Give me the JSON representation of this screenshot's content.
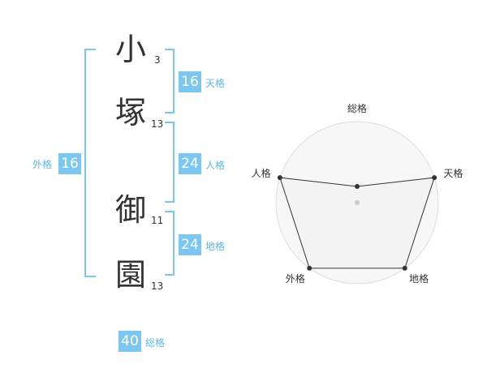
{
  "name": {
    "chars": [
      {
        "char": "小",
        "strokes": "3"
      },
      {
        "char": "塚",
        "strokes": "13"
      },
      {
        "char": "御",
        "strokes": "11"
      },
      {
        "char": "園",
        "strokes": "13"
      }
    ]
  },
  "fortune": {
    "tenkaku": {
      "value": "16",
      "label": "天格"
    },
    "jinkaku": {
      "value": "24",
      "label": "人格"
    },
    "chikaku": {
      "value": "24",
      "label": "地格"
    },
    "gaikaku": {
      "value": "16",
      "label": "外格"
    },
    "soukaku": {
      "value": "40",
      "label": "総格"
    }
  },
  "colors": {
    "accent": "#7cc7f2",
    "label": "#5bb6ec",
    "text": "#333333",
    "grid": "#dddddd",
    "fill": "#f0f0f0"
  },
  "chart_data": {
    "type": "radar",
    "axes": [
      "総格",
      "天格",
      "地格",
      "外格",
      "人格"
    ],
    "values": [
      1,
      5,
      5,
      5,
      5
    ],
    "max": 5
  }
}
